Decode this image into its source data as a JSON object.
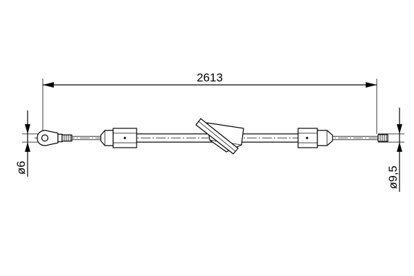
{
  "drawing": {
    "overall_length_label": "2613",
    "left_diameter_label": "ø6",
    "right_diameter_label": "ø9,5",
    "line_color": "#000000",
    "background_color": "#ffffff"
  }
}
